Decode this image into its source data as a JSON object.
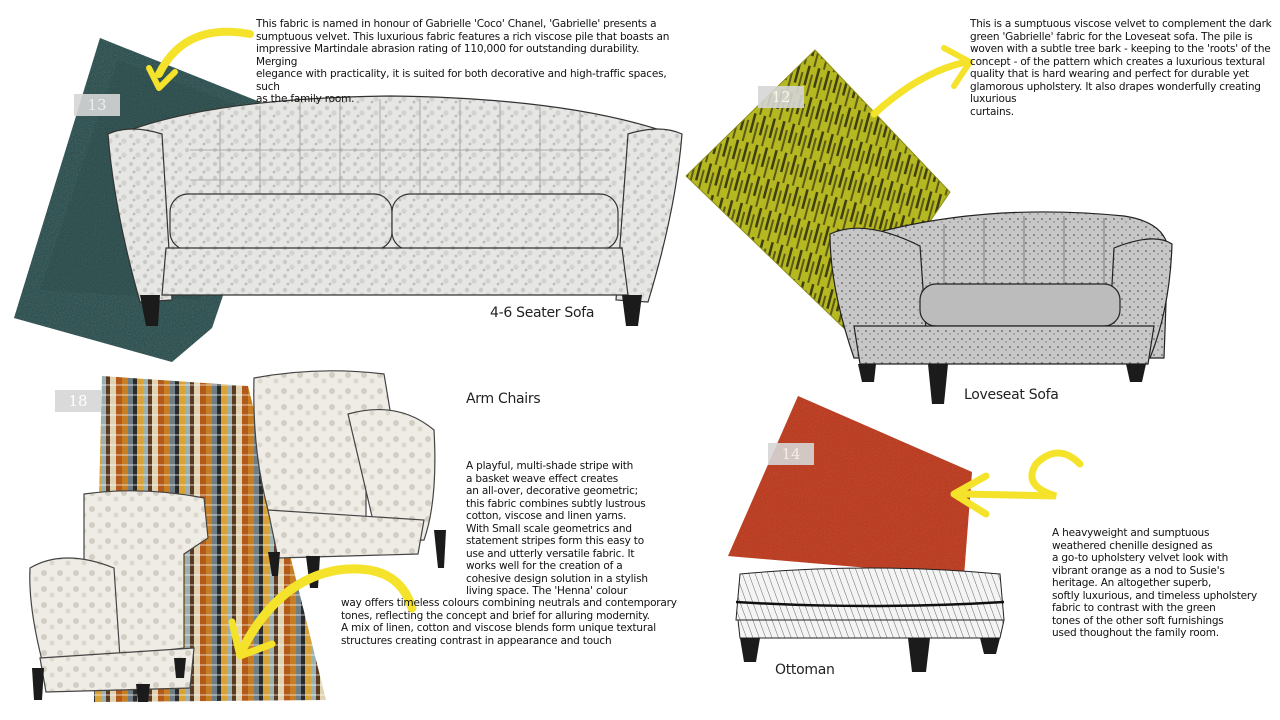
{
  "colors": {
    "swatch_teal": "#1d3a3a",
    "swatch_chartreuse": "#b5b820",
    "swatch_orange": "#b83318",
    "arrow_yellow": "#f4e32a",
    "tag_grey": "#d6d6d6"
  },
  "sections": {
    "sofa": {
      "tag": "13",
      "caption": "4-6 Seater Sofa",
      "description": [
        "This fabric is named in honour of Gabrielle 'Coco' Chanel, 'Gabrielle' presents a",
        "sumptuous velvet. This luxurious fabric features a rich viscose pile that boasts an",
        "impressive Martindale abrasion rating of 110,000 for outstanding durability. Merging",
        "elegance with practicality, it is suited for both decorative and high-traffic spaces, such",
        "as the family room."
      ]
    },
    "loveseat": {
      "tag": "12",
      "caption": "Loveseat Sofa",
      "description": [
        "This is a sumptuous viscose velvet to complement the dark",
        "green 'Gabrielle' fabric for the Loveseat sofa.  The pile is",
        "woven with a subtle tree bark - keeping to the 'roots' of the",
        "concept - of the  pattern which creates a luxurious textural",
        "quality that is hard wearing and perfect for durable yet",
        "glamorous upholstery. It also drapes wonderfully creating luxurious",
        "curtains."
      ]
    },
    "armchairs": {
      "tag": "18",
      "caption": "Arm Chairs",
      "description": [
        "A playful, multi-shade stripe with",
        "a basket weave effect creates",
        "an all-over, decorative geometric;",
        "this fabric combines subtly lustrous",
        "cotton, viscose and linen yarns.",
        "With Small scale geometrics and",
        "statement stripes form this easy to",
        "use and utterly versatile fabric.  It",
        "works well for the creation of a",
        "cohesive design solution in a stylish",
        "living space. The 'Henna' colour",
        "way offers timeless colours combining neutrals and contemporary",
        "tones, reflecting the concept and brief for alluring modernity.",
        "A mix of linen, cotton and viscose blends form unique textural",
        "structures creating contrast in appearance and touch"
      ]
    },
    "ottoman": {
      "tag": "14",
      "caption": "Ottoman",
      "description": [
        "A heavyweight and sumptuous",
        "weathered chenille designed as",
        "a go-to upholstery velvet look with",
        "vibrant orange as a nod to Susie's",
        "heritage.  An altogether superb,",
        "softly luxurious, and timeless upholstery",
        "fabric to contrast with the green",
        "tones of the other soft furnishings",
        "used thoughout the family room."
      ]
    }
  }
}
